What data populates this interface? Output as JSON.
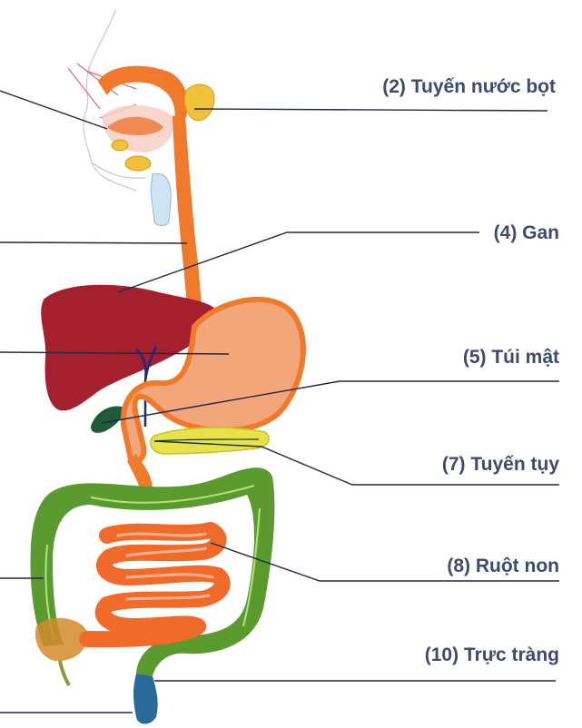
{
  "labels": {
    "salivary_gland": "(2) Tuyến nước bọt",
    "liver": "(4) Gan",
    "gallbladder": "(5) Túi mật",
    "pancreas": "(7) Tuyến tụy",
    "small_intestine": "(8) Ruột non",
    "rectum": "(10) Trực tràng"
  },
  "colors": {
    "label_text": "#3f4a6d",
    "leader_line": "#1f2a44",
    "esophagus": "#f07a2c",
    "stomach": "#f2a679",
    "liver": "#a3202c",
    "gallbladder": "#1f5a3a",
    "pancreas": "#e6e24a",
    "small_intestine": "#f06a2a",
    "large_intestine": "#5a9a2e",
    "rectum": "#2a6a9a"
  }
}
